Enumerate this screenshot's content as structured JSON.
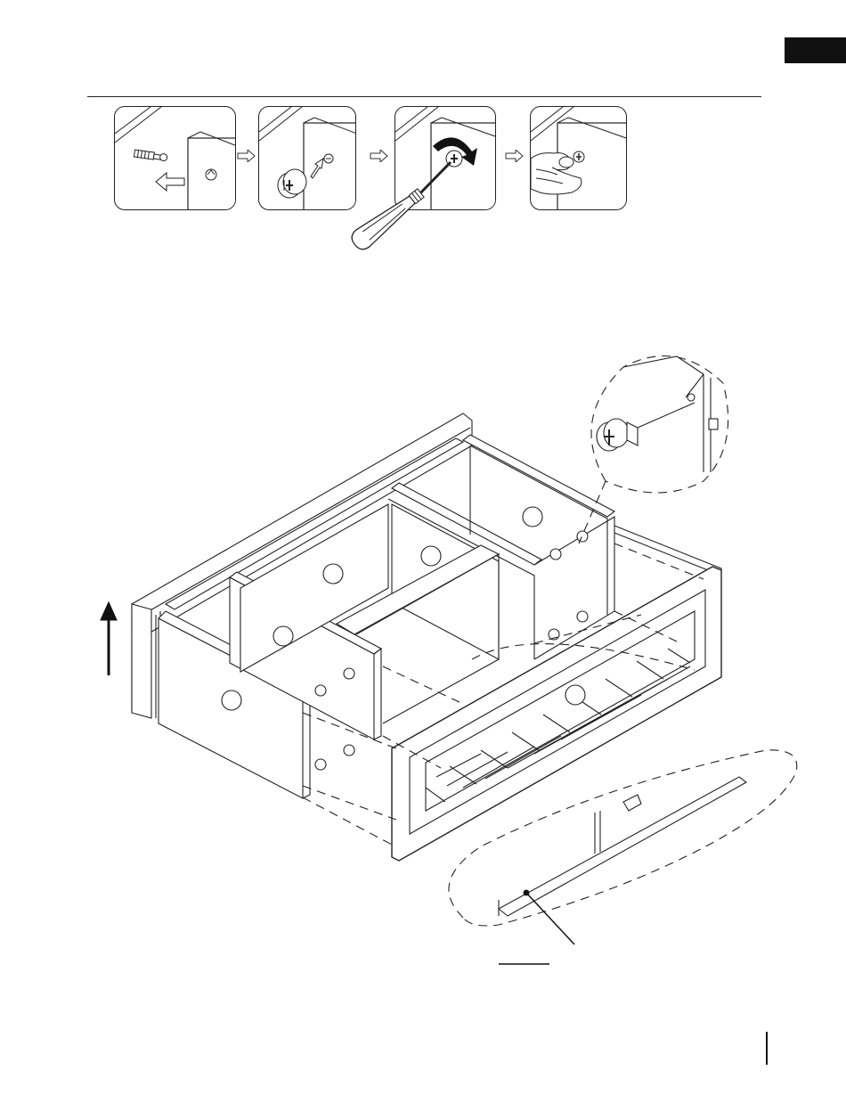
{
  "page": {
    "section_tab_color": "#111111",
    "line_color": "#222222"
  },
  "steps": [
    {
      "id": 1,
      "icon": "cam-bolt-insert-icon"
    },
    {
      "id": 2,
      "icon": "cam-lock-insert-icon"
    },
    {
      "id": 3,
      "icon": "screwdriver-rotate-icon"
    },
    {
      "id": 4,
      "icon": "hand-press-icon"
    }
  ],
  "diagram": {
    "icon": "drawer-assembly-icon",
    "part_callouts": [
      "",
      "",
      "",
      "",
      "",
      ""
    ],
    "detail_views": [
      "cam-lock-detail",
      "drawer-bottom-slot-detail"
    ]
  }
}
